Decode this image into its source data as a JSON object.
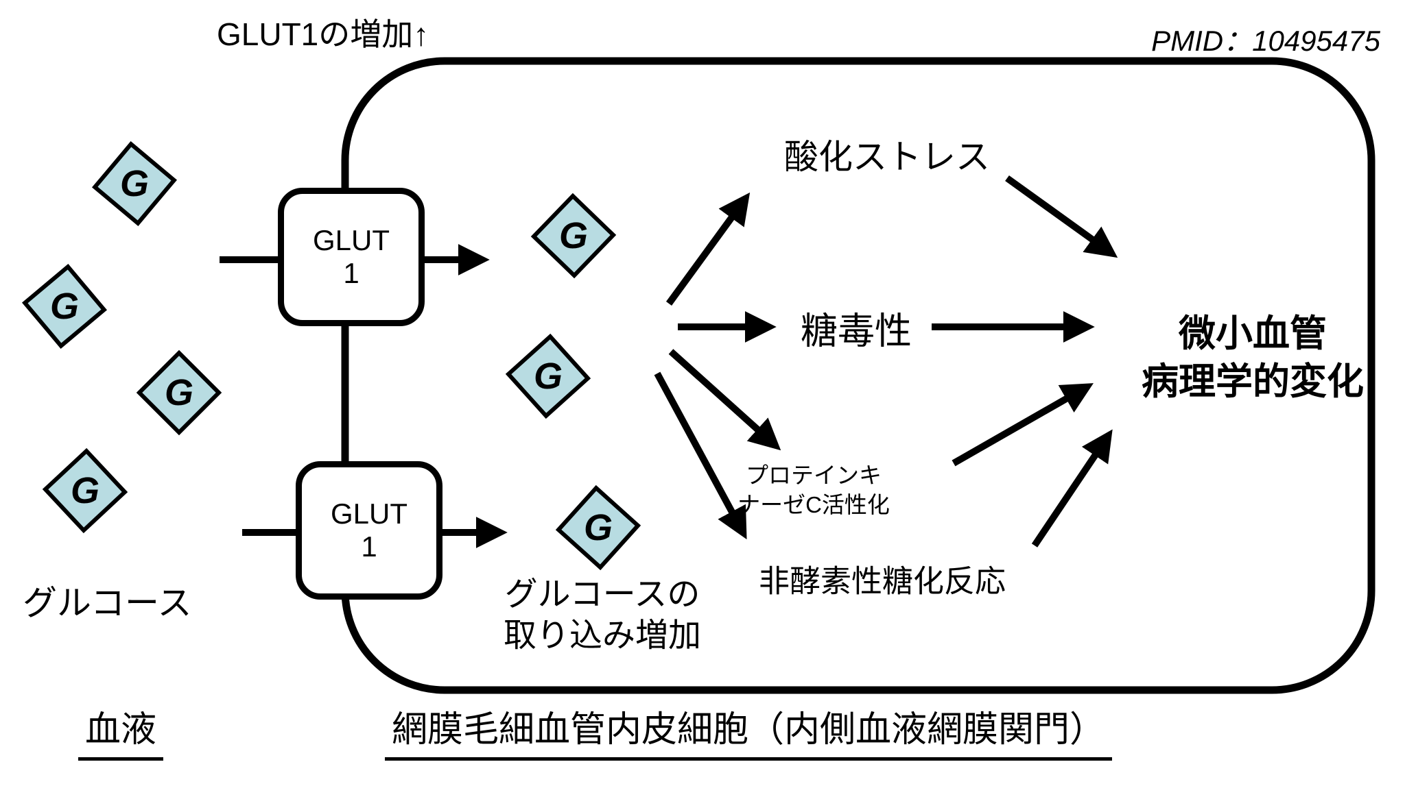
{
  "meta": {
    "glut1_increase": "GLUT1の増加↑",
    "pmid": "PMID：10495475"
  },
  "glucose": {
    "letter": "G",
    "fill": "#b8dce2",
    "label": "グルコース"
  },
  "transporter": {
    "line1": "GLUT",
    "line2": "1"
  },
  "cell": {
    "uptake_line1": "グルコースの",
    "uptake_line2": "取り込み増加",
    "pathways": {
      "oxidative_stress": "酸化ストレス",
      "glucotoxicity": "糖毒性",
      "pkc_line1": "プロテインキ",
      "pkc_line2": "ナーゼC活性化",
      "glycation": "非酵素性糖化反応"
    },
    "outcome_line1": "微小血管",
    "outcome_line2": "病理学的変化"
  },
  "footer": {
    "blood": "血液",
    "cell_label": "網膜毛細血管内皮細胞（内側血液網膜関門）"
  }
}
